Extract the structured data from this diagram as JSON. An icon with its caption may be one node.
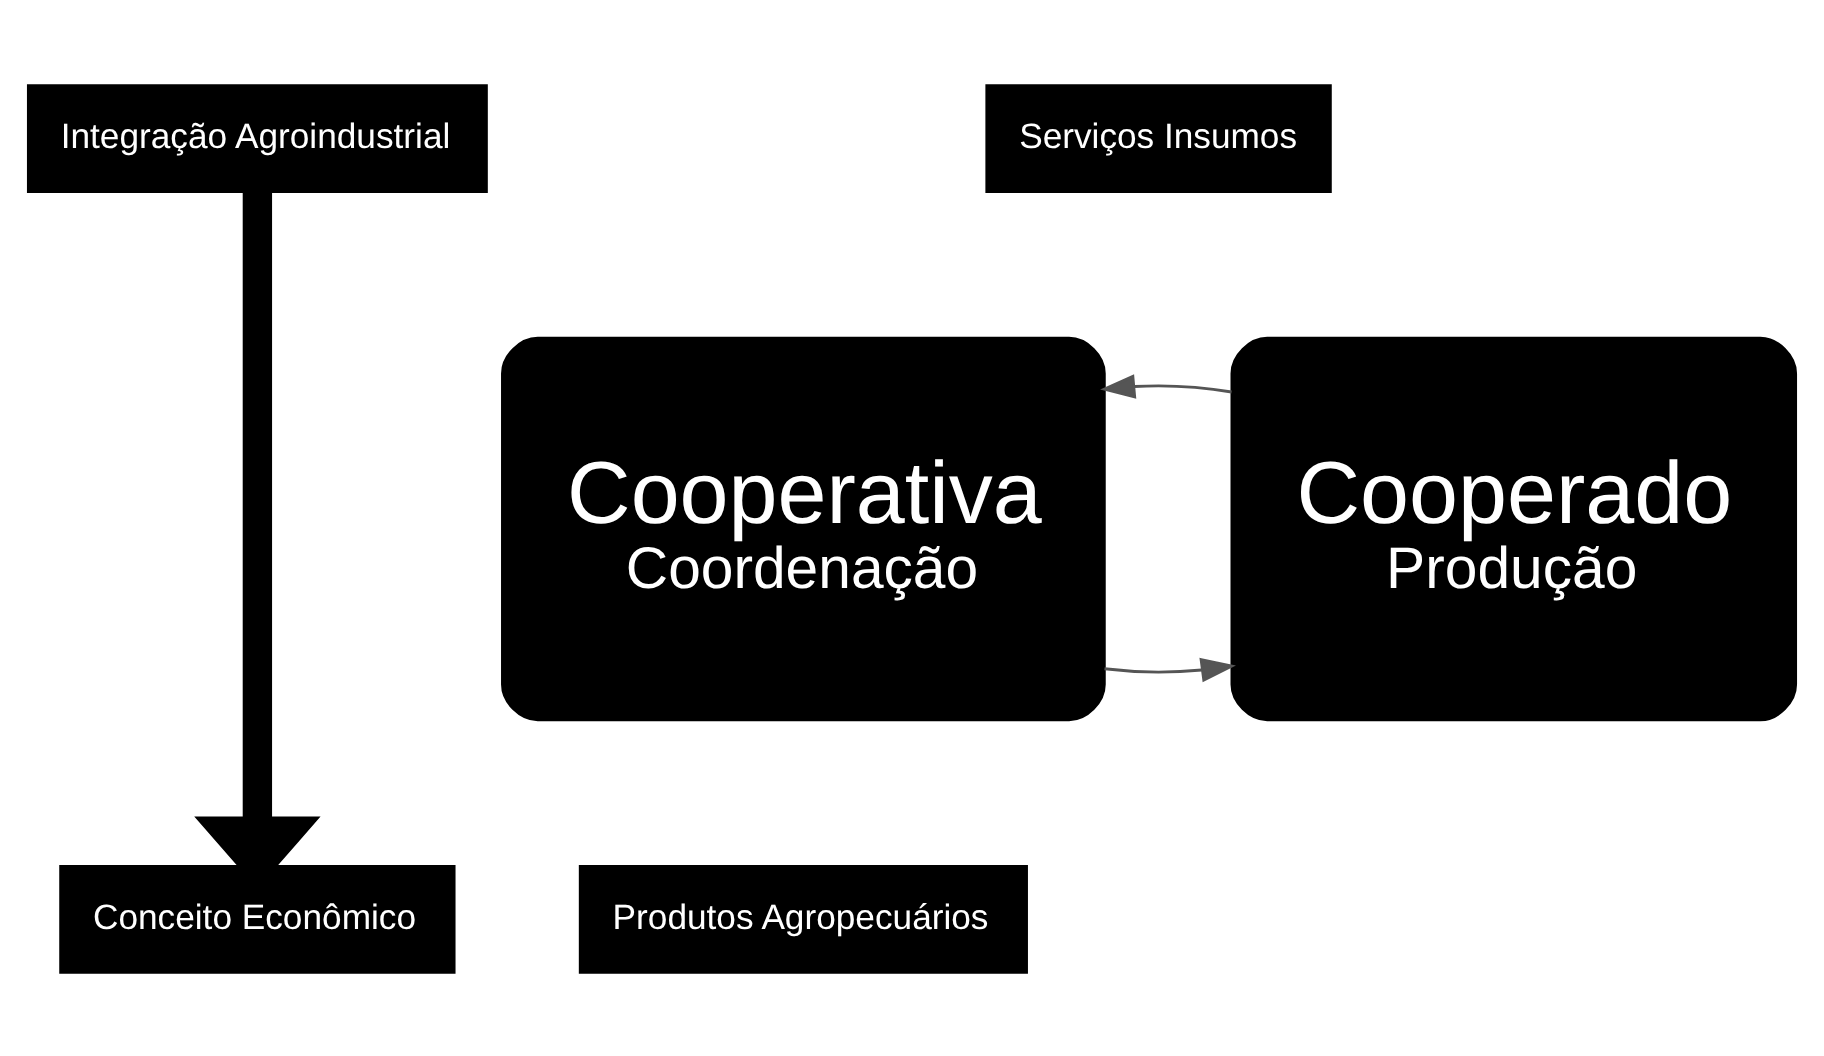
{
  "diagram": {
    "nodes": [
      {
        "text": [
          "Integração Agroindustrial"
        ]
      },
      {
        "text": [
          "Conceito Econômico"
        ]
      },
      {
        "text": [
          "Cooperativa",
          "Coordenação"
        ]
      },
      {
        "text": [
          "Cooperado",
          "Produção"
        ]
      },
      {
        "text": [
          "Serviços Insumos"
        ]
      },
      {
        "text": [
          "Produtos Agropecuários"
        ]
      }
    ],
    "edges": [
      {
        "from": 0,
        "to": 1,
        "arrow": "to",
        "style": "thick"
      },
      {
        "from": 2,
        "to": 3,
        "arrow": "to"
      },
      {
        "from": 3,
        "to": 2,
        "arrow": "to"
      }
    ]
  }
}
